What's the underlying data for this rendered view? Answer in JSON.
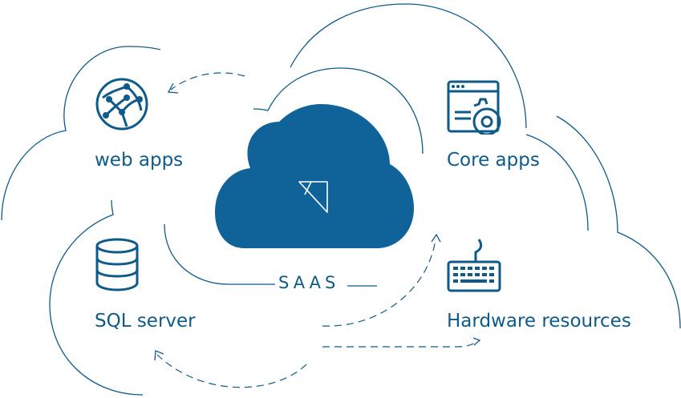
{
  "diagram": {
    "center_label": "SAAS",
    "nodes": [
      {
        "id": "web-apps",
        "label": "web apps",
        "icon": "globe-network-icon"
      },
      {
        "id": "core-apps",
        "label": "Core apps",
        "icon": "browser-gear-icon"
      },
      {
        "id": "sql-server",
        "label": "SQL server",
        "icon": "database-icon"
      },
      {
        "id": "hardware-resources",
        "label": "Hardware resources",
        "icon": "keyboard-icon"
      }
    ],
    "colors": {
      "primary": "#0e5a8a",
      "cloud_fill": "#0f6399",
      "background": "#ffffff"
    }
  }
}
